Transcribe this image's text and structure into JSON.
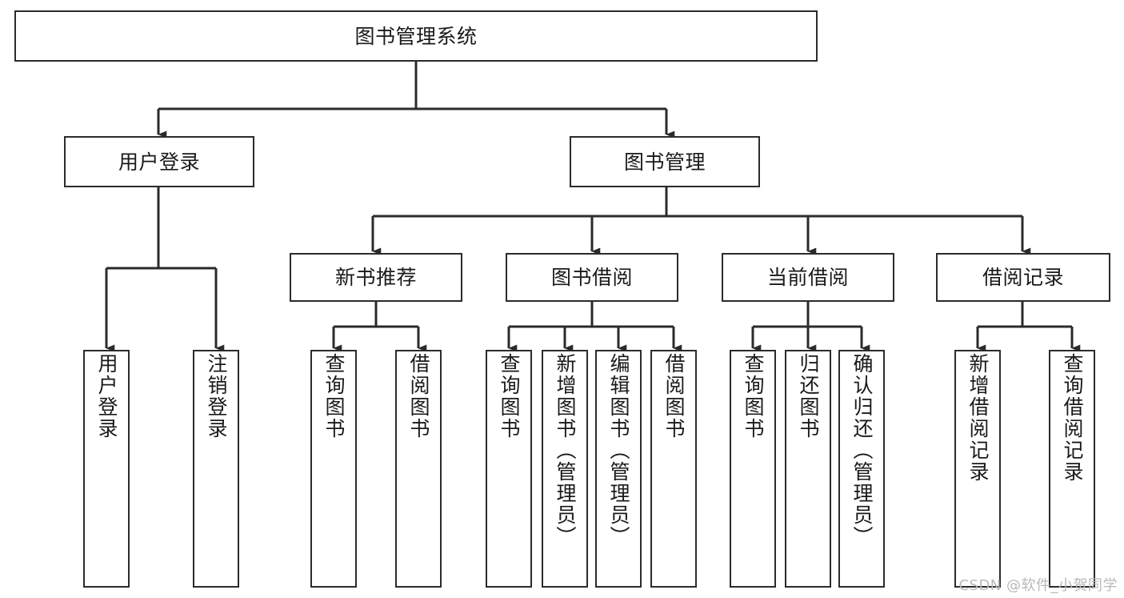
{
  "diagram": {
    "type": "tree-hierarchy-chart",
    "title": "图书管理系统",
    "orientation": "top-down",
    "line_color": "#2b2b2b",
    "box_fill": "#ffffff",
    "text_color": "#1a1a1a",
    "watermark": "CSDN @软件_小贺同学",
    "root": {
      "label": "图书管理系统"
    },
    "level2": [
      {
        "label": "用户登录"
      },
      {
        "label": "图书管理"
      }
    ],
    "level3": [
      {
        "label": "新书推荐"
      },
      {
        "label": "图书借阅"
      },
      {
        "label": "当前借阅"
      },
      {
        "label": "借阅记录"
      }
    ],
    "leaves": {
      "user_login": [
        {
          "label": "用户登录"
        },
        {
          "label": "注销登录"
        }
      ],
      "new_book_recommend": [
        {
          "label": "查询图书"
        },
        {
          "label": "借阅图书"
        }
      ],
      "book_borrow": [
        {
          "label": "查询图书"
        },
        {
          "label": "新增图书（管理员）"
        },
        {
          "label": "编辑图书（管理员）"
        },
        {
          "label": "借阅图书"
        }
      ],
      "current_borrow": [
        {
          "label": "查询图书"
        },
        {
          "label": "归还图书"
        },
        {
          "label": "确认归还（管理员）"
        }
      ],
      "borrow_record": [
        {
          "label": "新增借阅记录"
        },
        {
          "label": "查询借阅记录"
        }
      ]
    }
  }
}
